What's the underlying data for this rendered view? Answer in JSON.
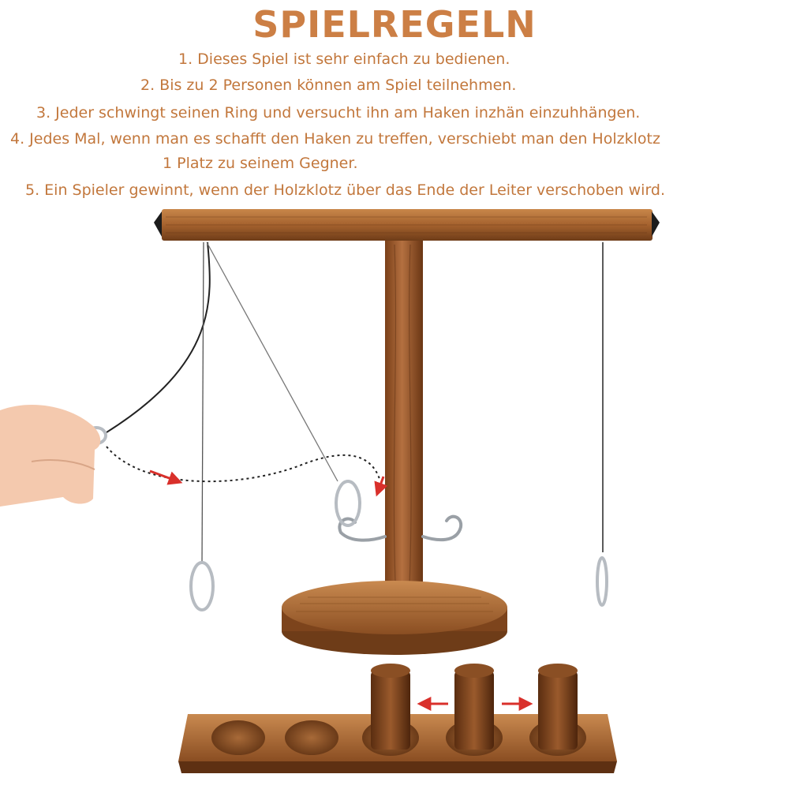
{
  "title": "SPIELREGELN",
  "rules": [
    "1. Dieses Spiel ist sehr einfach zu bedienen.",
    "2. Bis zu 2 Personen können am Spiel teilnehmen.",
    "3. Jeder schwingt seinen Ring und versucht ihn am Haken inzhän einzuhhängen.",
    "4. Jedes Mal, wenn man es schafft den Haken zu treffen, verschiebt man den Holzklotz",
    "1 Platz zu seinem Gegner.",
    "5. Ein Spieler gewinnt, wenn der Holzklotz über das Ende der Leiter verschoben wird."
  ],
  "colors": {
    "title": "#cc7f45",
    "text": "#c2773c",
    "wood_light": "#b9783f",
    "wood_dark": "#6e3c18",
    "arrow": "#d9302b"
  }
}
